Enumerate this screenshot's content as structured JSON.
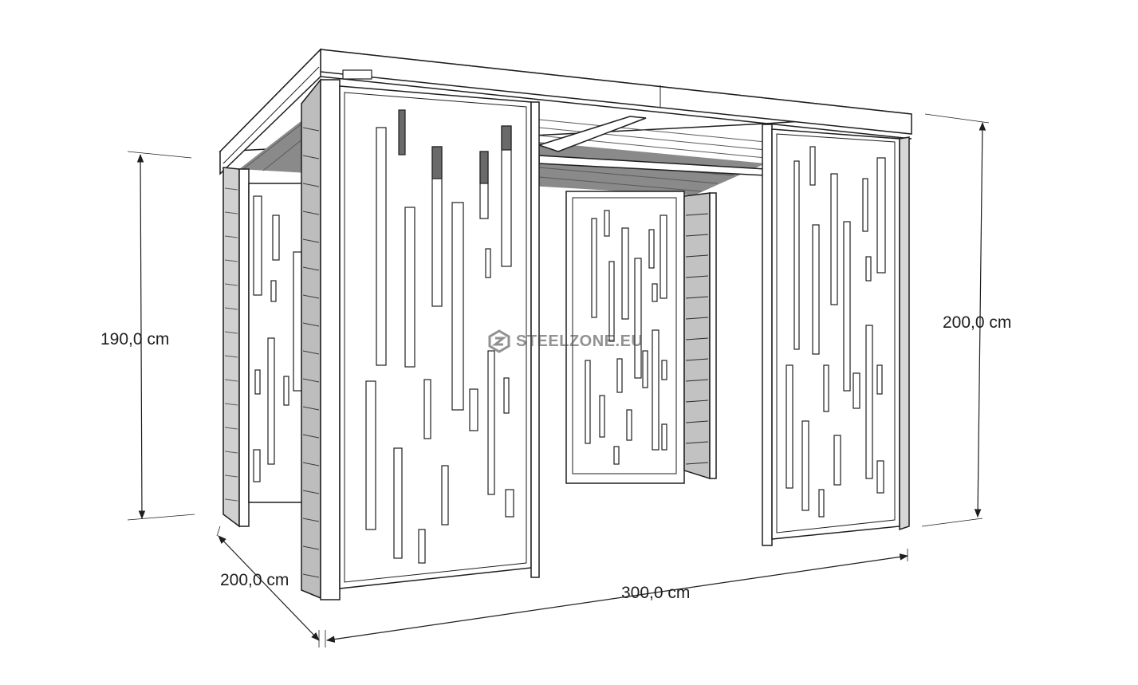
{
  "dimensions": {
    "height_left": "190,0 cm",
    "height_right": "200,0 cm",
    "depth": "200,0 cm",
    "width": "300,0 cm"
  },
  "watermark": {
    "text": "STEELZONE.EU",
    "icon": "steelzone-logo-icon"
  },
  "colors": {
    "line": "#1e1e1e",
    "panel_fill": "#ffffff",
    "roof_fill": "#7a7a7a",
    "side_grey": "#b9b9b9"
  }
}
